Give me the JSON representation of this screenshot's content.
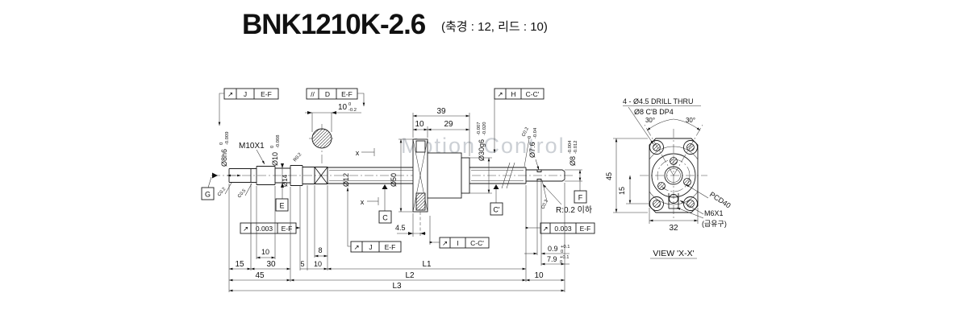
{
  "title": {
    "model": "BNK1210K-2.6",
    "spec": "(축경 : 12, 리드 : 10)"
  },
  "watermark": "Motion Control",
  "gdt_frames": {
    "f1": {
      "sym": "↗",
      "tol": "J",
      "datum": "E-F"
    },
    "f2": {
      "sym": "//",
      "tol": "D",
      "datum": "E-F"
    },
    "f3": {
      "sym": "↗",
      "tol": "H",
      "datum": "C-C'"
    },
    "f4": {
      "sym": "↗",
      "tol": "0.003",
      "datum": "E-F"
    },
    "f5": {
      "sym": "↗",
      "tol": "J",
      "datum": "E-F"
    },
    "f6": {
      "sym": "↗",
      "tol": "I",
      "datum": "C-C'"
    },
    "f7": {
      "sym": "↗",
      "tol": "0.003",
      "datum": "E-F"
    }
  },
  "datums": {
    "g": "G",
    "e": "E",
    "c": "C",
    "c2": "C'",
    "f": "F"
  },
  "labels": {
    "dia8h6": "Ø8h6",
    "dia8h6_hi": "0",
    "dia8h6_lo": "-0.009",
    "m10": "M10X1",
    "dia10": "Ø10",
    "dia10_hi": "0",
    "dia10_lo": "-0.008",
    "dia14": "Ø14",
    "flats": "10",
    "flats_hi": "0",
    "flats_lo": "-0.2",
    "dia12": "Ø12",
    "dia50": "Ø50",
    "dia30": "Ø30g6",
    "dia30_hi": "-0.007",
    "dia30_lo": "-0.020",
    "dia76": "Ø7.6",
    "dia76_hi": "0",
    "dia76_lo": "-0.04",
    "dia8r": "Ø8",
    "dia8r_hi": "-0.004",
    "dia8r_lo": "-0.012",
    "r02": "R:0.2 이하",
    "r02b": "R0.2",
    "c02a": "C0.2",
    "c05": "C0.5",
    "c02b": "C0.2",
    "c02c": "C0.2",
    "xmark_top": "x",
    "xmark_bot": "x"
  },
  "dims": {
    "d39": "39",
    "d10top": "10",
    "d29": "29",
    "d15": "15",
    "d10m": "10",
    "d30": "30",
    "d45": "45",
    "d5": "5",
    "d10f": "10",
    "d8": "8",
    "d45r": "4.5",
    "L1": "L1",
    "L2": "L2",
    "L3": "L3",
    "d10r": "10",
    "d09": "0.9",
    "d09_hi": "+0.1",
    "d09_lo": "0",
    "d79": "7.9",
    "d79_hi": "+0.1",
    "d79_lo": "0"
  },
  "view_xx": {
    "note1": "4 - Ø4.5 DRILL THRU",
    "note2": "Ø8 C'B DP4",
    "ang1": "30°",
    "ang2": "30°",
    "d45": "45",
    "d15": "15",
    "d32": "32",
    "pcd": "PCD40",
    "m6": "M6X1",
    "m6sub": "(급유구)",
    "caption": "VIEW 'X-X'"
  }
}
